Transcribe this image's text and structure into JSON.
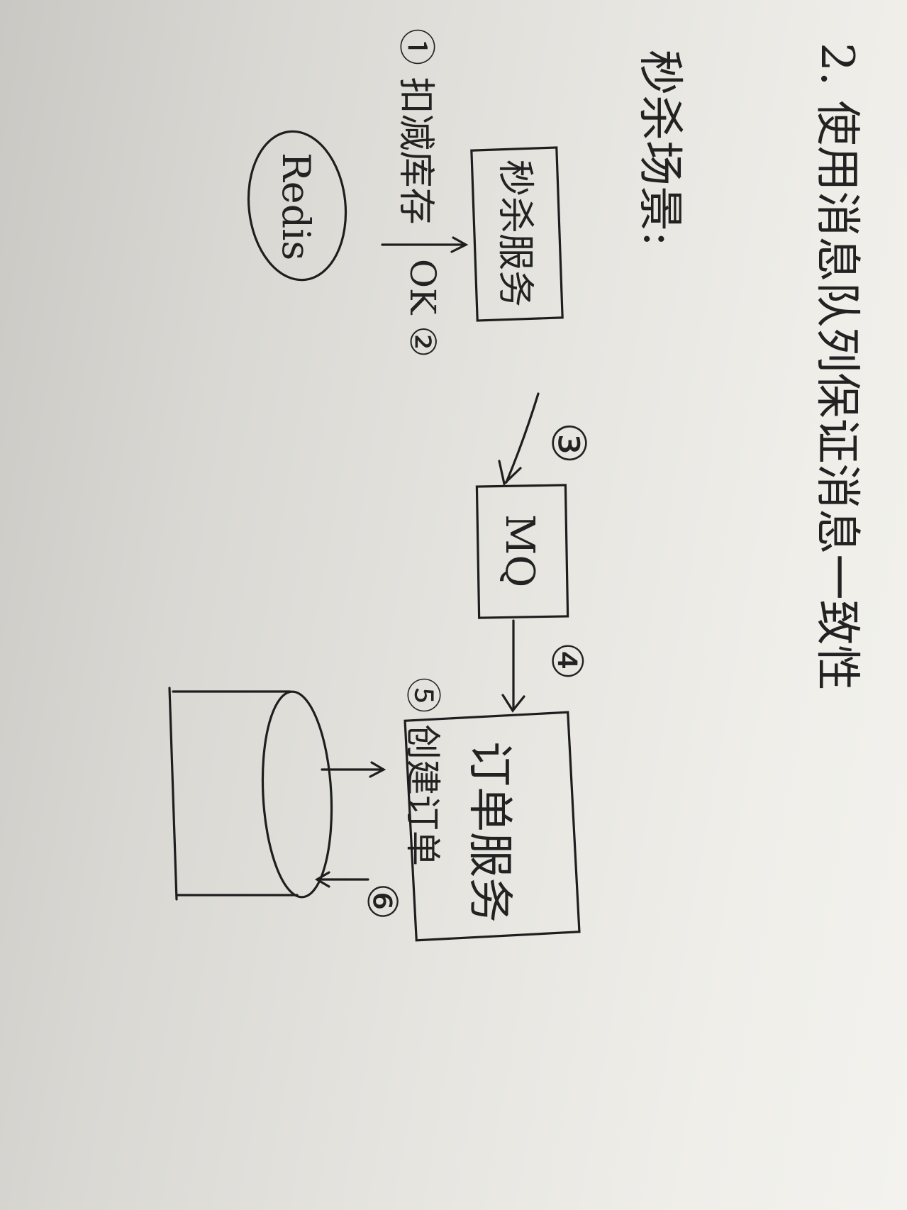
{
  "diagram": {
    "heading": "2. 使用消息队列保证消息一致性",
    "subtitle": "秒杀场景:",
    "step1_label": "① 扣减库存",
    "seckill_box": "秒杀服务",
    "redis": "Redis",
    "ok_label": "OK ②",
    "step3": "③",
    "mq_box": "MQ",
    "step4": "④",
    "order_box": "订单服务",
    "step5_label": "⑤ 创建订单",
    "step6": "⑥"
  },
  "colors": {
    "ink": "#1e1e1e",
    "paper": "#e8e7e2"
  }
}
